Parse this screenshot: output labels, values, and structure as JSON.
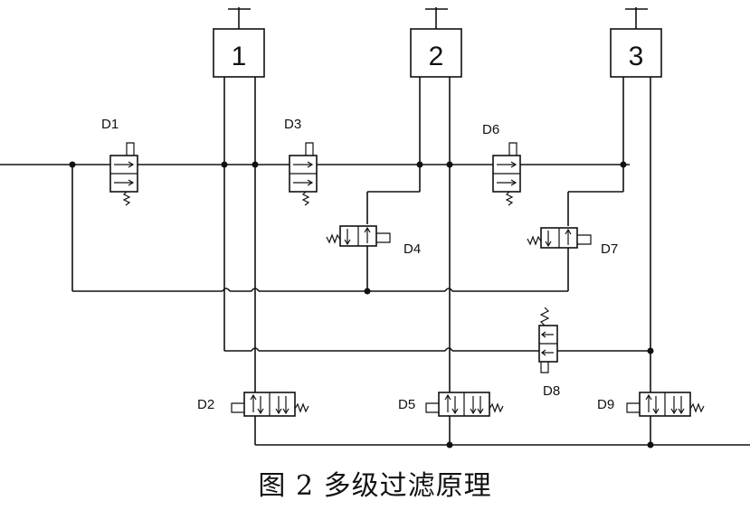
{
  "caption": "图 2  多级过滤原理",
  "filters": [
    {
      "id": "filter-1",
      "label": "1"
    },
    {
      "id": "filter-2",
      "label": "2"
    },
    {
      "id": "filter-3",
      "label": "3"
    }
  ],
  "valves": {
    "D1": "D1",
    "D2": "D2",
    "D3": "D3",
    "D4": "D4",
    "D5": "D5",
    "D6": "D6",
    "D7": "D7",
    "D8": "D8",
    "D9": "D9"
  }
}
